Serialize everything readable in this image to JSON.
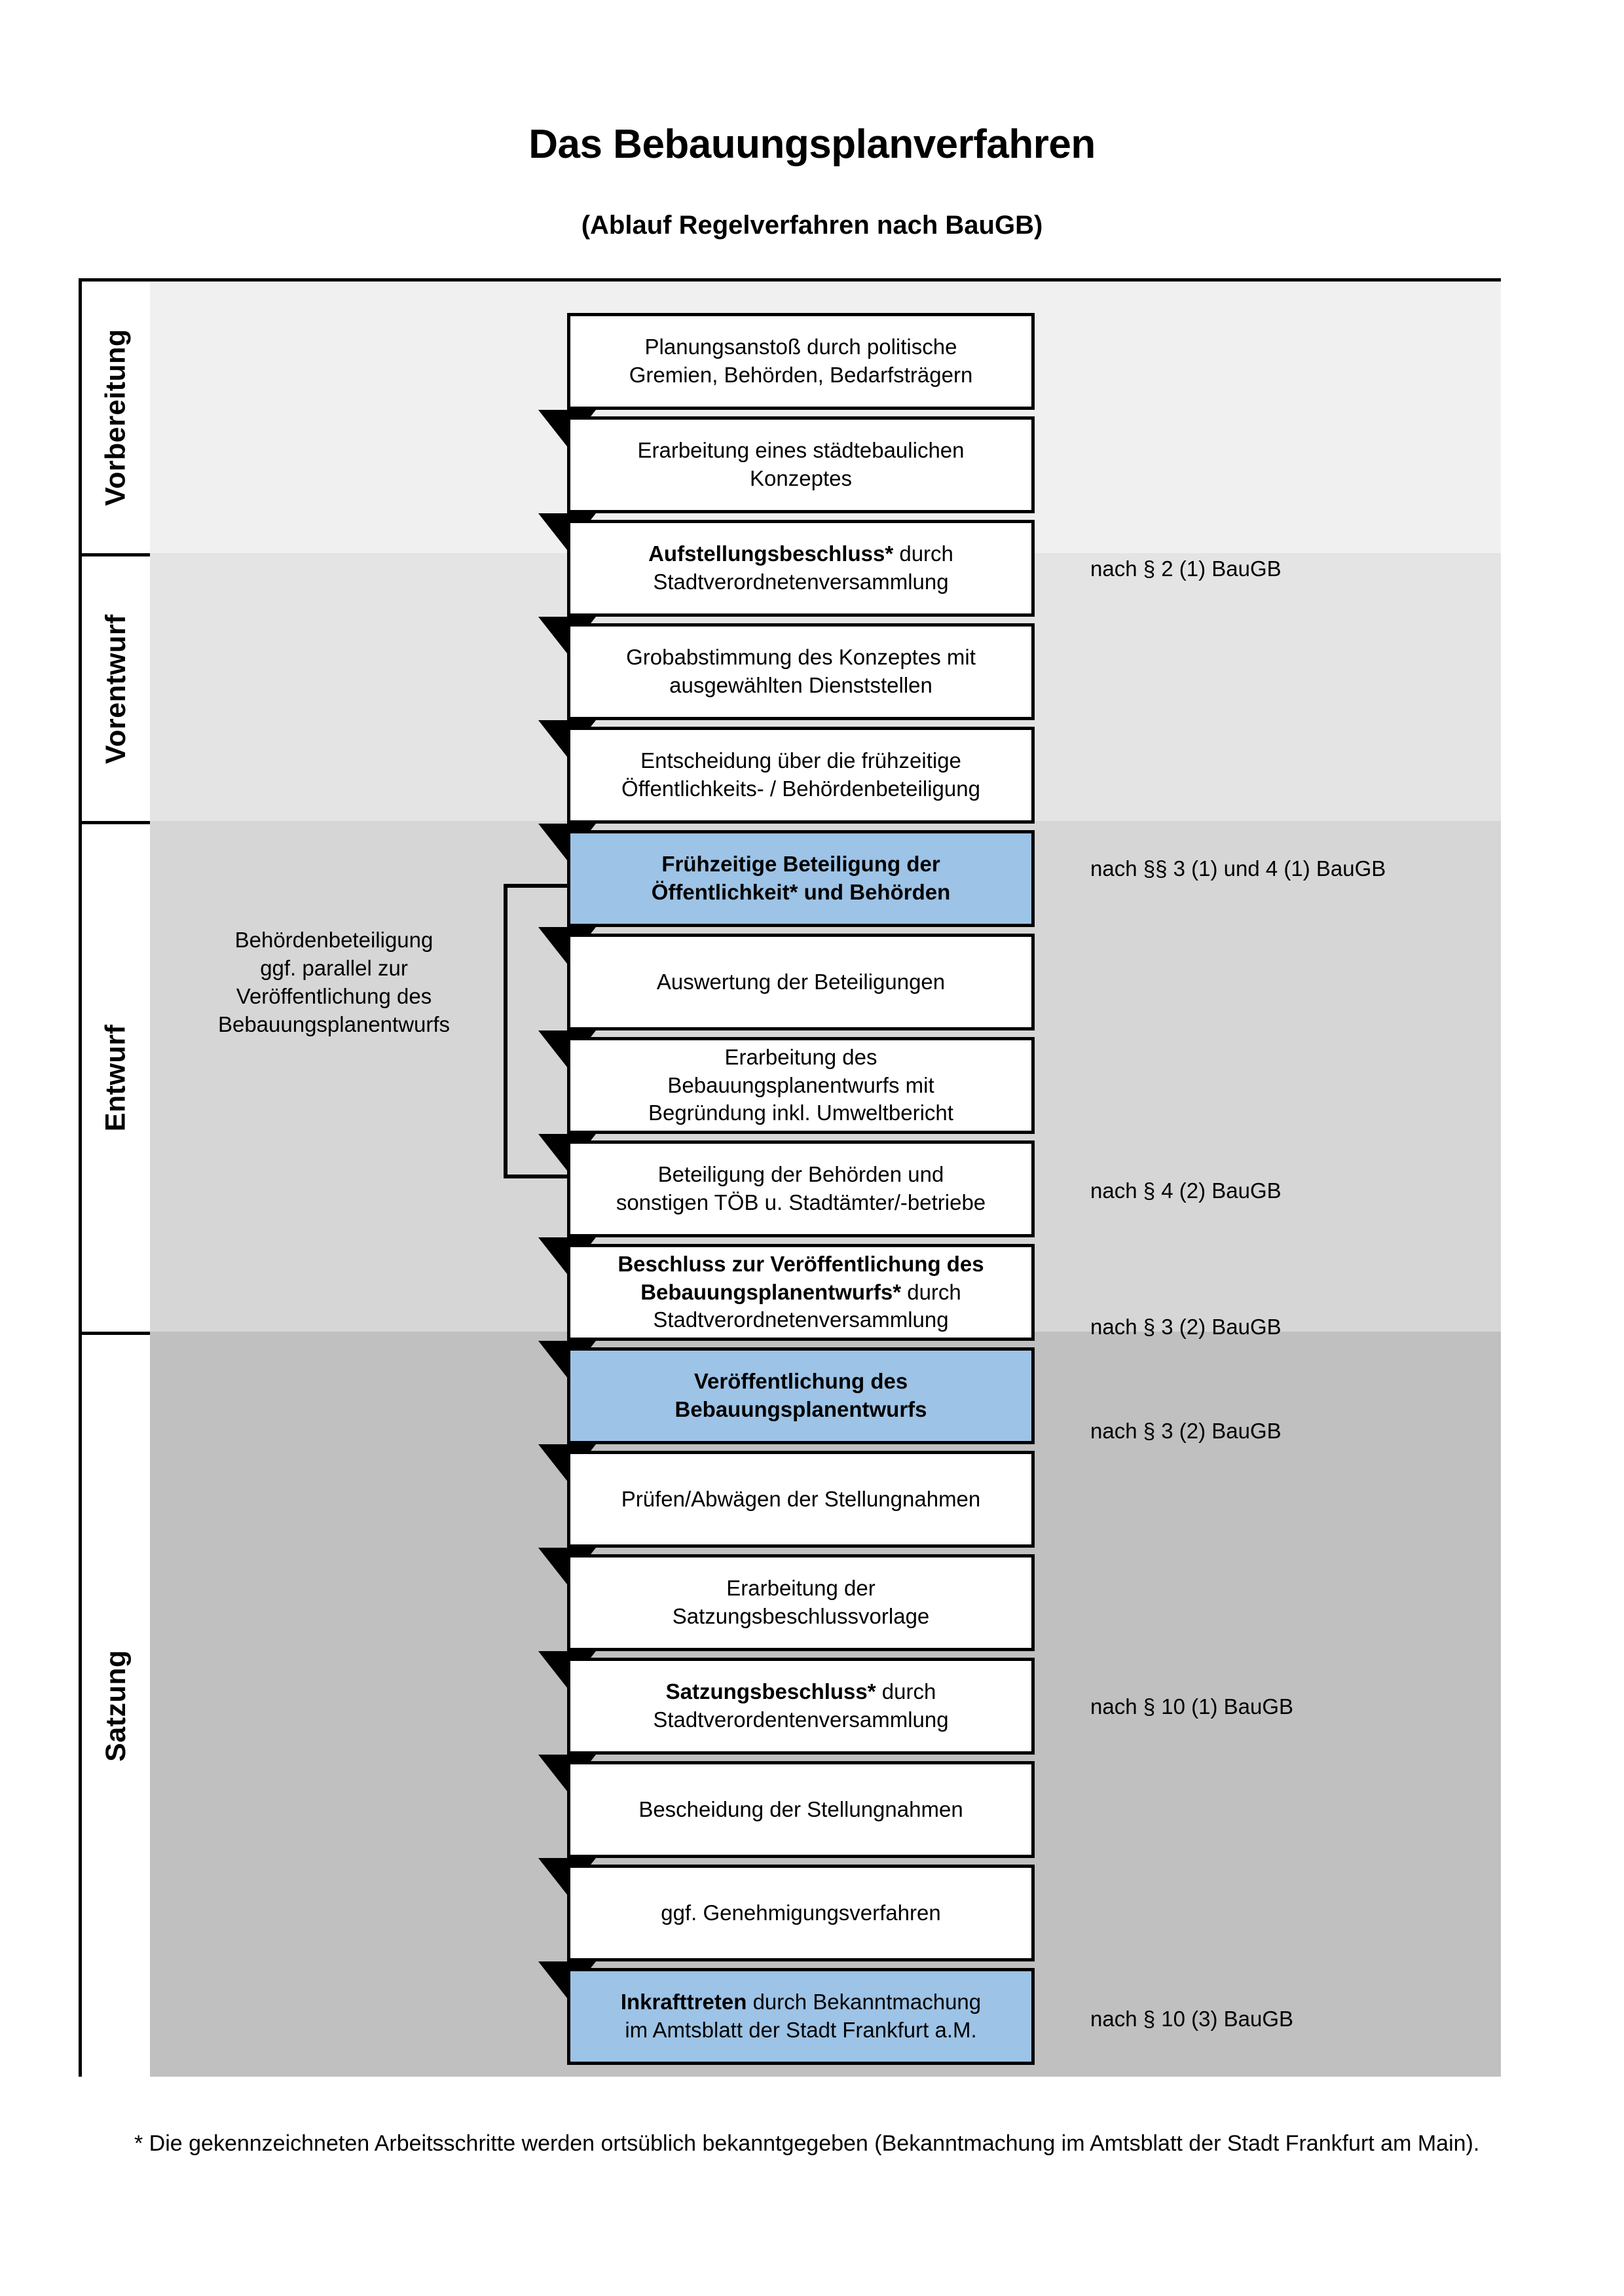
{
  "header": {
    "title": "Das Bebauungsplanverfahren",
    "subtitle": "(Ablauf Regelverfahren nach BauGB)"
  },
  "phases": [
    {
      "label": "Vorbereitung"
    },
    {
      "label": "Vorentwurf"
    },
    {
      "label": "Entwurf"
    },
    {
      "label": "Satzung"
    }
  ],
  "steps": [
    {
      "id": "planungsanstoss",
      "line1": "Planungsanstoß durch politische",
      "line2": "Gremien, Behörden, Bedarfsträgern",
      "highlighted": false
    },
    {
      "id": "staedtebauliches-konzept",
      "line1": "Erarbeitung eines städtebaulichen",
      "line2": "Konzeptes",
      "highlighted": false
    },
    {
      "id": "aufstellungsbeschluss",
      "bold_lead": "Aufstellungsbeschluss*",
      "line1_rest": " durch",
      "line2": "Stadtverordnetenversammlung",
      "highlighted": false
    },
    {
      "id": "grobabstimmung",
      "line1": "Grobabstimmung des Konzeptes mit",
      "line2": "ausgewählten Dienststellen",
      "highlighted": false
    },
    {
      "id": "entscheidung-beteiligung",
      "line1": "Entscheidung über die frühzeitige",
      "line2": "Öffentlichkeits- / Behördenbeteiligung",
      "highlighted": false
    },
    {
      "id": "fruehzeitige-beteiligung",
      "line1": "Frühzeitige Beteiligung der",
      "line2": "Öffentlichkeit* und Behörden",
      "highlighted": true
    },
    {
      "id": "auswertung",
      "line1": "Auswertung der Beteiligungen",
      "highlighted": false
    },
    {
      "id": "erarbeitung-entwurf",
      "line1": "Erarbeitung des",
      "line2": "Bebauungsplanentwurfs mit",
      "line3": "Begründung inkl. Umweltbericht",
      "highlighted": false
    },
    {
      "id": "beteiligung-behoerden",
      "line1": "Beteiligung der Behörden und",
      "line2": "sonstigen TÖB u. Stadtämter/-betriebe",
      "highlighted": false
    },
    {
      "id": "beschluss-veroeffentlichung",
      "bold_lead": "Beschluss zur Veröffentlichung des",
      "bold_lead2": "Bebauungsplanentwurfs*",
      "line2_rest": " durch",
      "line3": "Stadtverordnetenversammlung",
      "highlighted": false
    },
    {
      "id": "veroeffentlichung",
      "line1": "Veröffentlichung des",
      "line2": "Bebauungsplanentwurfs",
      "highlighted": true
    },
    {
      "id": "pruefen-abwaegen",
      "line1": "Prüfen/Abwägen der Stellungnahmen",
      "highlighted": false
    },
    {
      "id": "satzungsbeschlussvorlage",
      "line1": "Erarbeitung der",
      "line2": "Satzungsbeschlussvorlage",
      "highlighted": false
    },
    {
      "id": "satzungsbeschluss",
      "bold_lead": "Satzungsbeschluss*",
      "line1_rest": " durch",
      "line2": "Stadtverordentenversammlung",
      "highlighted": false
    },
    {
      "id": "bescheidung",
      "line1": "Bescheidung der Stellungnahmen",
      "highlighted": false
    },
    {
      "id": "genehmigungsverfahren",
      "line1": "ggf. Genehmigungsverfahren",
      "highlighted": false
    },
    {
      "id": "inkrafttreten",
      "bold_lead": "Inkrafttreten",
      "line1_rest": " durch Bekanntmachung",
      "line2": "im Amtsblatt der Stadt Frankfurt a.M.",
      "highlighted": true
    }
  ],
  "legal_refs": [
    {
      "id": "ref-par2-1",
      "text": "nach § 2 (1) BauGB"
    },
    {
      "id": "ref-par3-1-4-1",
      "text": "nach §§ 3 (1) und 4 (1) BauGB"
    },
    {
      "id": "ref-par4-2",
      "text": "nach § 4 (2) BauGB"
    },
    {
      "id": "ref-par3-2-a",
      "text": "nach § 3 (2) BauGB"
    },
    {
      "id": "ref-par3-2-b",
      "text": "nach § 3 (2) BauGB"
    },
    {
      "id": "ref-par10-1",
      "text": "nach § 10 (1) BauGB"
    },
    {
      "id": "ref-par10-3",
      "text": "nach § 10 (3) BauGB"
    }
  ],
  "sidenote": {
    "line1": "Behördenbeteiligung",
    "line2": "ggf. parallel zur",
    "line3": "Veröffentlichung des",
    "line4": "Bebauungsplanentwurfs"
  },
  "footnote": {
    "text": "* Die gekennzeichneten Arbeitsschritte werden ortsüblich bekanntgegeben (Bekanntmachung im Amtsblatt  der Stadt Frankfurt am Main)."
  },
  "colors": {
    "highlight_blue": "#9dc3e6",
    "band_vorbereitung": "#f0f0f0",
    "band_vorentwurf": "#e4e4e4",
    "band_entwurf": "#d6d6d6",
    "band_satzung": "#c0c0c0",
    "line": "#000000"
  }
}
